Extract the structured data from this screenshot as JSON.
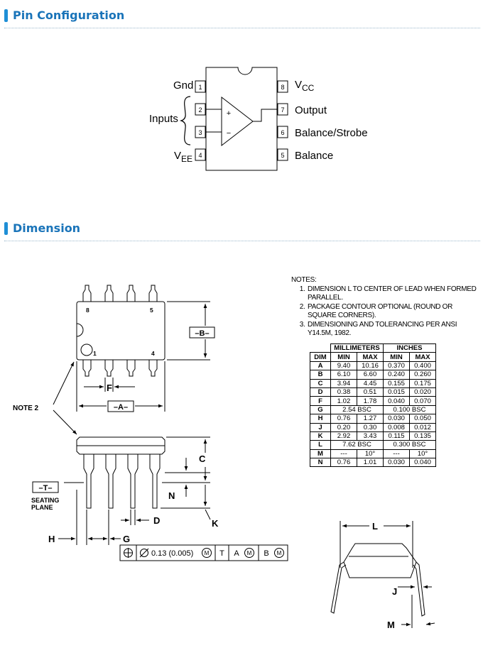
{
  "sections": {
    "pin_config_title": "Pin Configuration",
    "dimension_title": "Dimension"
  },
  "accent_color": "#1a74b9",
  "pinout": {
    "pins": [
      {
        "num": "1",
        "label": "Gnd"
      },
      {
        "num": "2",
        "label": "+"
      },
      {
        "num": "3",
        "label": "−"
      },
      {
        "num": "4",
        "label": "V",
        "sub": "EE"
      },
      {
        "num": "5",
        "label": "Balance"
      },
      {
        "num": "6",
        "label": "Balance/Strobe"
      },
      {
        "num": "7",
        "label": "Output"
      },
      {
        "num": "8",
        "label": "V",
        "sub": "CC"
      }
    ],
    "inputs_label": "Inputs",
    "plus_sign": "+",
    "minus_sign": "−"
  },
  "drawing": {
    "top_pin_8": "8",
    "top_pin_5": "5",
    "top_pin_1": "1",
    "top_pin_4": "4",
    "label_B": "–B–",
    "label_A": "–A–",
    "label_F": "F",
    "label_note2": "NOTE 2",
    "label_C": "C",
    "label_N": "N",
    "label_T": "–T–",
    "seating_line1": "SEATING",
    "seating_line2": "PLANE",
    "label_D": "D",
    "label_K": "K",
    "label_H": "H",
    "label_G": "G",
    "tol_value": "0.13 (0.005)",
    "tol_M": "M",
    "tol_T": "T",
    "tol_A": "A",
    "tol_B": "B",
    "label_L": "L",
    "label_J": "J",
    "label_M": "M"
  },
  "notes": {
    "heading": "NOTES:",
    "items": [
      "DIMENSION L TO CENTER OF LEAD WHEN FORMED PARALLEL.",
      "PACKAGE CONTOUR OPTIONAL (ROUND OR SQUARE CORNERS).",
      "DIMENSIONING AND TOLERANCING PER ANSI Y14.5M, 1982."
    ]
  },
  "table": {
    "group_mm": "MILLIMETERS",
    "group_in": "INCHES",
    "col_dim": "DIM",
    "col_min": "MIN",
    "col_max": "MAX",
    "rows": [
      {
        "dim": "A",
        "mm_min": "9.40",
        "mm_max": "10.16",
        "in_min": "0.370",
        "in_max": "0.400"
      },
      {
        "dim": "B",
        "mm_min": "6.10",
        "mm_max": "6.60",
        "in_min": "0.240",
        "in_max": "0.260"
      },
      {
        "dim": "C",
        "mm_min": "3.94",
        "mm_max": "4.45",
        "in_min": "0.155",
        "in_max": "0.175"
      },
      {
        "dim": "D",
        "mm_min": "0.38",
        "mm_max": "0.51",
        "in_min": "0.015",
        "in_max": "0.020"
      },
      {
        "dim": "F",
        "mm_min": "1.02",
        "mm_max": "1.78",
        "in_min": "0.040",
        "in_max": "0.070"
      },
      {
        "dim": "G",
        "mm_bsc": "2.54 BSC",
        "in_bsc": "0.100 BSC"
      },
      {
        "dim": "H",
        "mm_min": "0.76",
        "mm_max": "1.27",
        "in_min": "0.030",
        "in_max": "0.050"
      },
      {
        "dim": "J",
        "mm_min": "0.20",
        "mm_max": "0.30",
        "in_min": "0.008",
        "in_max": "0.012"
      },
      {
        "dim": "K",
        "mm_min": "2.92",
        "mm_max": "3.43",
        "in_min": "0.115",
        "in_max": "0.135"
      },
      {
        "dim": "L",
        "mm_bsc": "7.62 BSC",
        "in_bsc": "0.300 BSC"
      },
      {
        "dim": "M",
        "mm_min": "---",
        "mm_max": "10°",
        "in_min": "---",
        "in_max": "10°"
      },
      {
        "dim": "N",
        "mm_min": "0.76",
        "mm_max": "1.01",
        "in_min": "0.030",
        "in_max": "0.040"
      }
    ]
  }
}
